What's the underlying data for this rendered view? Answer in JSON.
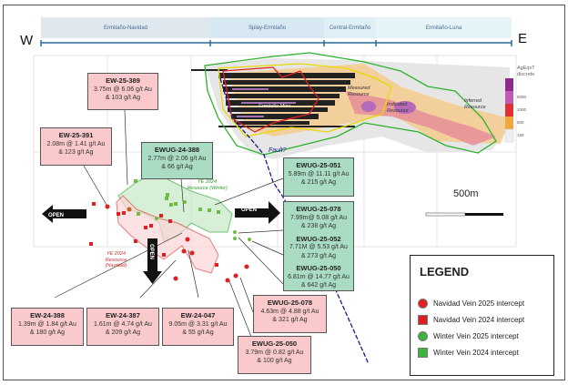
{
  "header": {
    "sections": [
      "Ermitaño-Navidad",
      "Splay-Ermitaño",
      "Central-Ermitaño",
      "Ermitaño-Luna"
    ],
    "west": "W",
    "east": "E"
  },
  "map_labels": {
    "mine": "Ermitaño Mine",
    "measured": "Measured Resource",
    "indicated": "Indicated Resource",
    "inferred": "Inferred Resource",
    "fault": "Fault?",
    "ye_winter": "YE 2024 Resource (Winter)",
    "ye_navidad": "YE 2024 Resource (Navidad)",
    "open": "OPEN",
    "scale": "500m"
  },
  "grade_scale": {
    "title": "AgEqxT discrete",
    "values": [
      "5000",
      "1000",
      "500",
      "190"
    ],
    "colors": [
      "#8e2a8e",
      "#c05bb5",
      "#e03030",
      "#f2a640",
      "#eeeeee"
    ]
  },
  "intercepts": {
    "ew25389": {
      "id": "EW-25-389",
      "l1": "3.75m @ 6.06 g/t Au",
      "l2": "& 103 g/t Ag"
    },
    "ew25391": {
      "id": "EW-25-391",
      "l1": "2.08m @ 1.41 g/t Au",
      "l2": "&  123 g/t Ag"
    },
    "ewug24388": {
      "id": "EWUG-24-388",
      "l1": "2.77m @ 2.06 g/t Au",
      "l2": "& 66 g/t Ag"
    },
    "ewug25051": {
      "id": "EWUG-25-051",
      "l1": "5.89m @ 11.11 g/t Au",
      "l2": "&  215 g/t Ag"
    },
    "ewug25078g": {
      "id": "EWUG-25-078",
      "l1": "7.99m@ 5.08 g/t Au",
      "l2": "& 238 g/t Ag"
    },
    "ewug25052": {
      "id": "EWUG-25-052",
      "l1": "7.71M @ 5.53 g/t Au",
      "l2": "& 273 g/t Ag"
    },
    "ewug25050g": {
      "id": "EWUG-25-050",
      "l1": "6.81m @ 14.77 g/t Au",
      "l2": "& 642 g/t Ag"
    },
    "ew24388": {
      "id": "EW-24-388",
      "l1": "1.39m @ 1.84 g/t Au",
      "l2": "&  180 g/t Ag"
    },
    "ew24387": {
      "id": "EW-24-387",
      "l1": "1.61m @ 4.74 g/t Au",
      "l2": "&  209 g/t Ag"
    },
    "ew24047": {
      "id": "EW-24-047",
      "l1": "9.05m @ 3.31 g/t Au",
      "l2": "&  55 g/t Ag"
    },
    "ewug25078p": {
      "id": "EWUG-25-078",
      "l1": "4.63m @ 4.88 g/t Au",
      "l2": "&  321 g/t Ag"
    },
    "ewug25050p": {
      "id": "EWUG-25-050",
      "l1": "3.79m @ 0.82 g/t Au",
      "l2": "&  100 g/t Ag"
    }
  },
  "legend": {
    "title": "LEGEND",
    "items": [
      "Navidad Vein 2025 intercept",
      "Navidad Vein 2024 intercept",
      "Winter Vein 2025 intercept",
      "Winter Vein 2024 intercept"
    ]
  }
}
